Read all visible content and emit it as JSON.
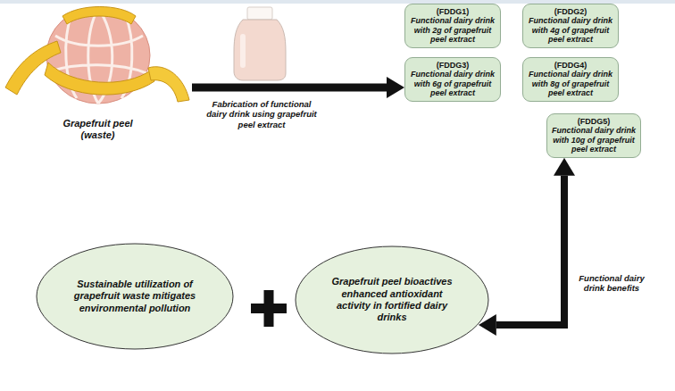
{
  "diagram": {
    "nodes": [
      {
        "text": [
          "Grapefruit peel (waste)"
        ]
      },
      {
        "text": [
          "(FDDG1)",
          "Functional dairy drink with 2g of grapefruit peel extract"
        ]
      },
      {
        "text": [
          "(FDDG2)",
          "Functional dairy drink with 4g of grapefruit peel extract"
        ]
      },
      {
        "text": [
          "(FDDG3)",
          "Functional dairy drink with 6g of grapefruit peel extract"
        ]
      },
      {
        "text": [
          "(FDDG4)",
          "Functional dairy drink with 8g of grapefruit peel extract"
        ]
      },
      {
        "text": [
          "(FDDG5)",
          "Functional dairy drink with 10g of grapefruit peel extract"
        ]
      },
      {
        "text": [
          "Sustainable utilization of grapefruit waste mitigates environmental pollution"
        ]
      },
      {
        "text": [
          "Grapefruit peel bioactives enhanced antioxidant activity in fortified dairy drinks"
        ]
      }
    ],
    "edges": [
      {
        "from": 0,
        "to": 3,
        "arrow": "to",
        "label": "Fabrication of functional dairy drink using grapefruit peel extract"
      },
      {
        "from": 7,
        "to": 5,
        "arrow": "both",
        "label": "Functional dairy drink benefits"
      }
    ]
  }
}
